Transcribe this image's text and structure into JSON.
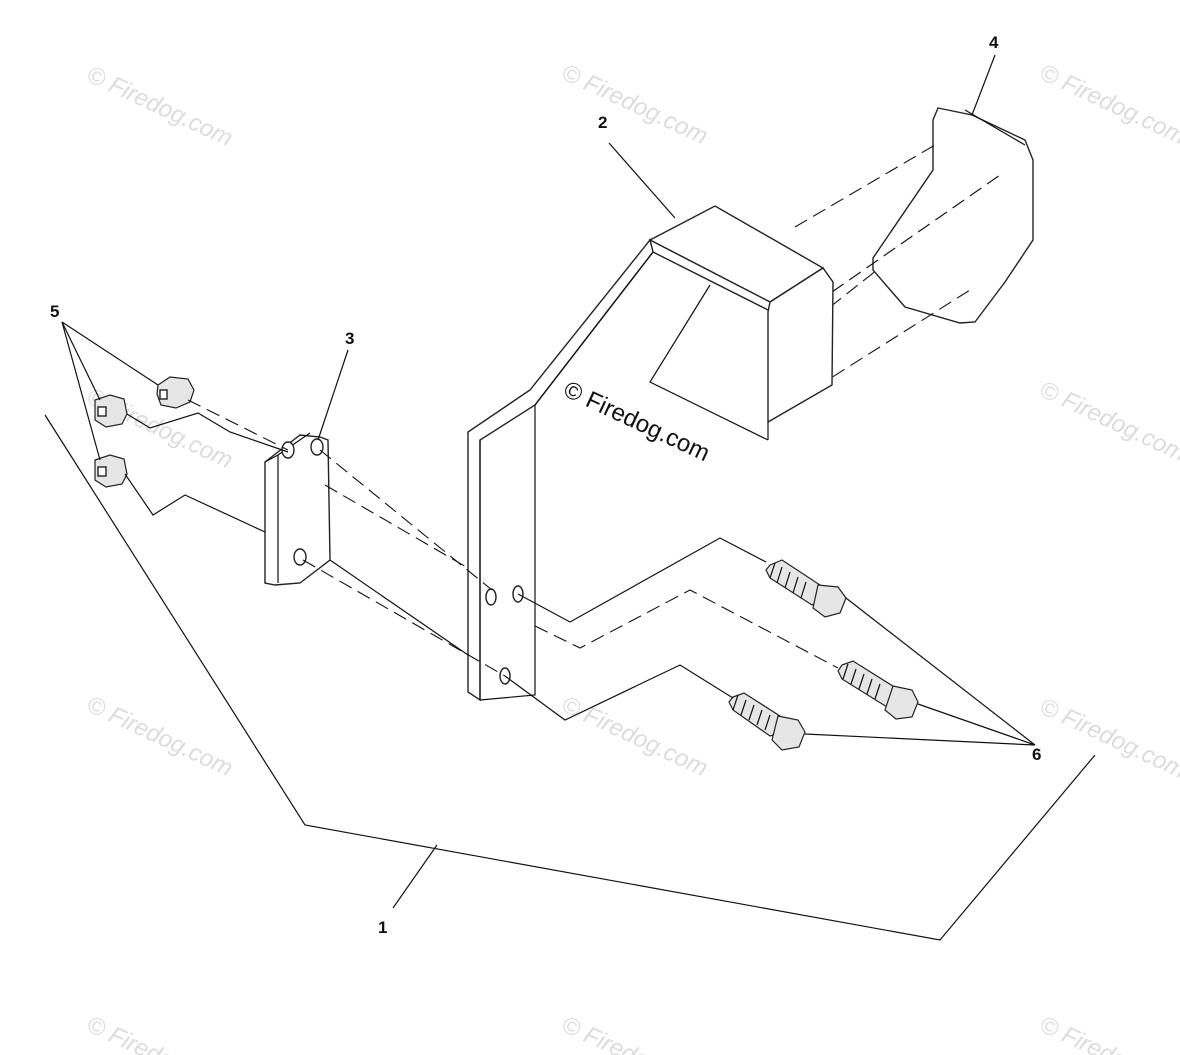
{
  "diagram": {
    "callouts": [
      {
        "id": "1",
        "label": "1"
      },
      {
        "id": "2",
        "label": "2"
      },
      {
        "id": "3",
        "label": "3"
      },
      {
        "id": "4",
        "label": "4"
      },
      {
        "id": "5",
        "label": "5"
      },
      {
        "id": "6",
        "label": "6"
      }
    ],
    "watermark_main": "© Firedog.com",
    "watermark_faint": "© Firedog.com"
  }
}
